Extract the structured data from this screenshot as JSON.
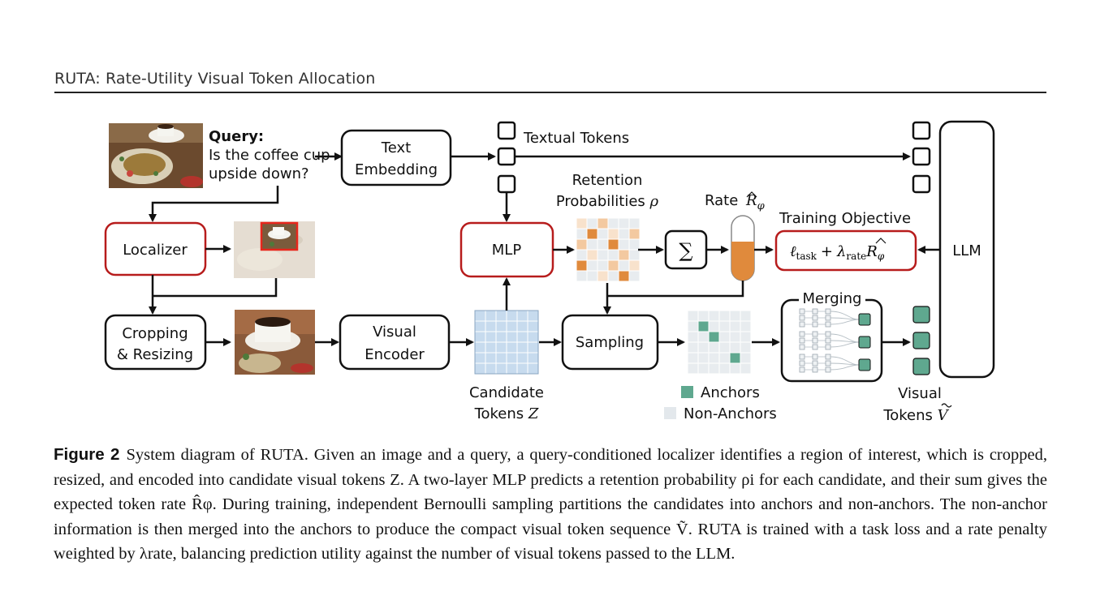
{
  "header": {
    "running_title": "RUTA: Rate-Utility Visual Token Allocation"
  },
  "diagram": {
    "query_label": "Query:",
    "query_line1": "Is the coffee cup",
    "query_line2": "upside down?",
    "text_embedding_line1": "Text",
    "text_embedding_line2": "Embedding",
    "textual_tokens": "Textual Tokens",
    "localizer": "Localizer",
    "cropping_line1": "Cropping",
    "cropping_line2": "& Resizing",
    "visual_encoder_line1": "Visual",
    "visual_encoder_line2": "Encoder",
    "candidate_line1": "Candidate",
    "candidate_line2": "Tokens",
    "candidate_symbol": "Z",
    "mlp": "MLP",
    "retention_line1": "Retention",
    "retention_line2": "Probabilities",
    "retention_symbol": "ρ",
    "sum_symbol": "∑",
    "rate_label": "Rate",
    "rate_symbol": "R",
    "rate_subscript": "φ",
    "training_objective": "Training Objective",
    "objective_l": "ℓ",
    "objective_task": "task",
    "objective_plus": "+",
    "objective_lambda": "λ",
    "objective_rate": "rate",
    "objective_R": "R",
    "objective_phi": "φ",
    "llm": "LLM",
    "sampling": "Sampling",
    "merging": "Merging",
    "anchors": "Anchors",
    "non_anchors": "Non-Anchors",
    "visual_tokens_line1": "Visual",
    "visual_tokens_line2": "Tokens",
    "visual_tokens_symbol": "V"
  },
  "colors": {
    "box_outline": "#111111",
    "highlight_outline": "#b71c1c",
    "orange": "#e08a3c",
    "light_orange": "#f3c9a0",
    "pale_orange": "#f8e2cc",
    "grid_cell": "#e8ecef",
    "candidate_cell": "#c7dbee",
    "anchor_green": "#5fa88f",
    "crop_box": "#e8261c"
  },
  "caption": {
    "label": "Figure 2",
    "text": "System diagram of RUTA. Given an image and a query, a query-conditioned localizer identifies a region of interest, which is cropped, resized, and encoded into candidate visual tokens Z. A two-layer MLP predicts a retention probability ρi for each candidate, and their sum gives the expected token rate R̂φ. During training, independent Bernoulli sampling partitions the candidates into anchors and non-anchors. The non-anchor information is then merged into the anchors to produce the compact visual token sequence Ṽ. RUTA is trained with a task loss and a rate penalty weighted by λrate, balancing prediction utility against the number of visual tokens passed to the LLM."
  }
}
